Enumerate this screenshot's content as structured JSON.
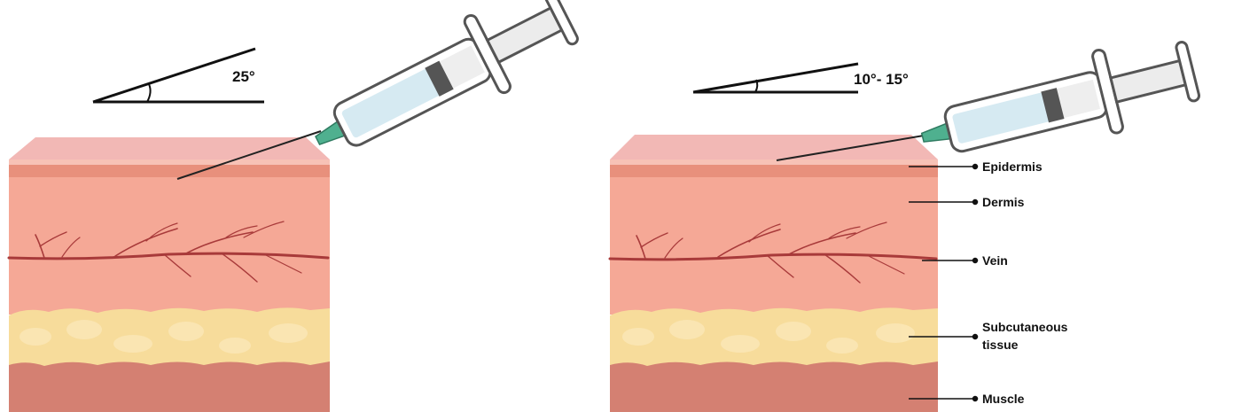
{
  "left_panel": {
    "angle_label": "25°"
  },
  "right_panel": {
    "angle_label": "10°- 15°",
    "labels": {
      "epidermis": "Epidermis",
      "dermis": "Dermis",
      "vein": "Vein",
      "subcutaneous_line1": "Subcutaneous",
      "subcutaneous_line2": "tissue",
      "muscle": "Muscle"
    }
  },
  "colors": {
    "skin_top": "#f2b8b5",
    "epidermis": "#e8907c",
    "dermis": "#f5a896",
    "fat": "#f7dc9b",
    "muscle": "#d48072",
    "vein": "#a83a3a",
    "needle_hub": "#4fb08f",
    "syringe_fluid": "#d6eaf2",
    "plunger_rubber": "#555555"
  }
}
